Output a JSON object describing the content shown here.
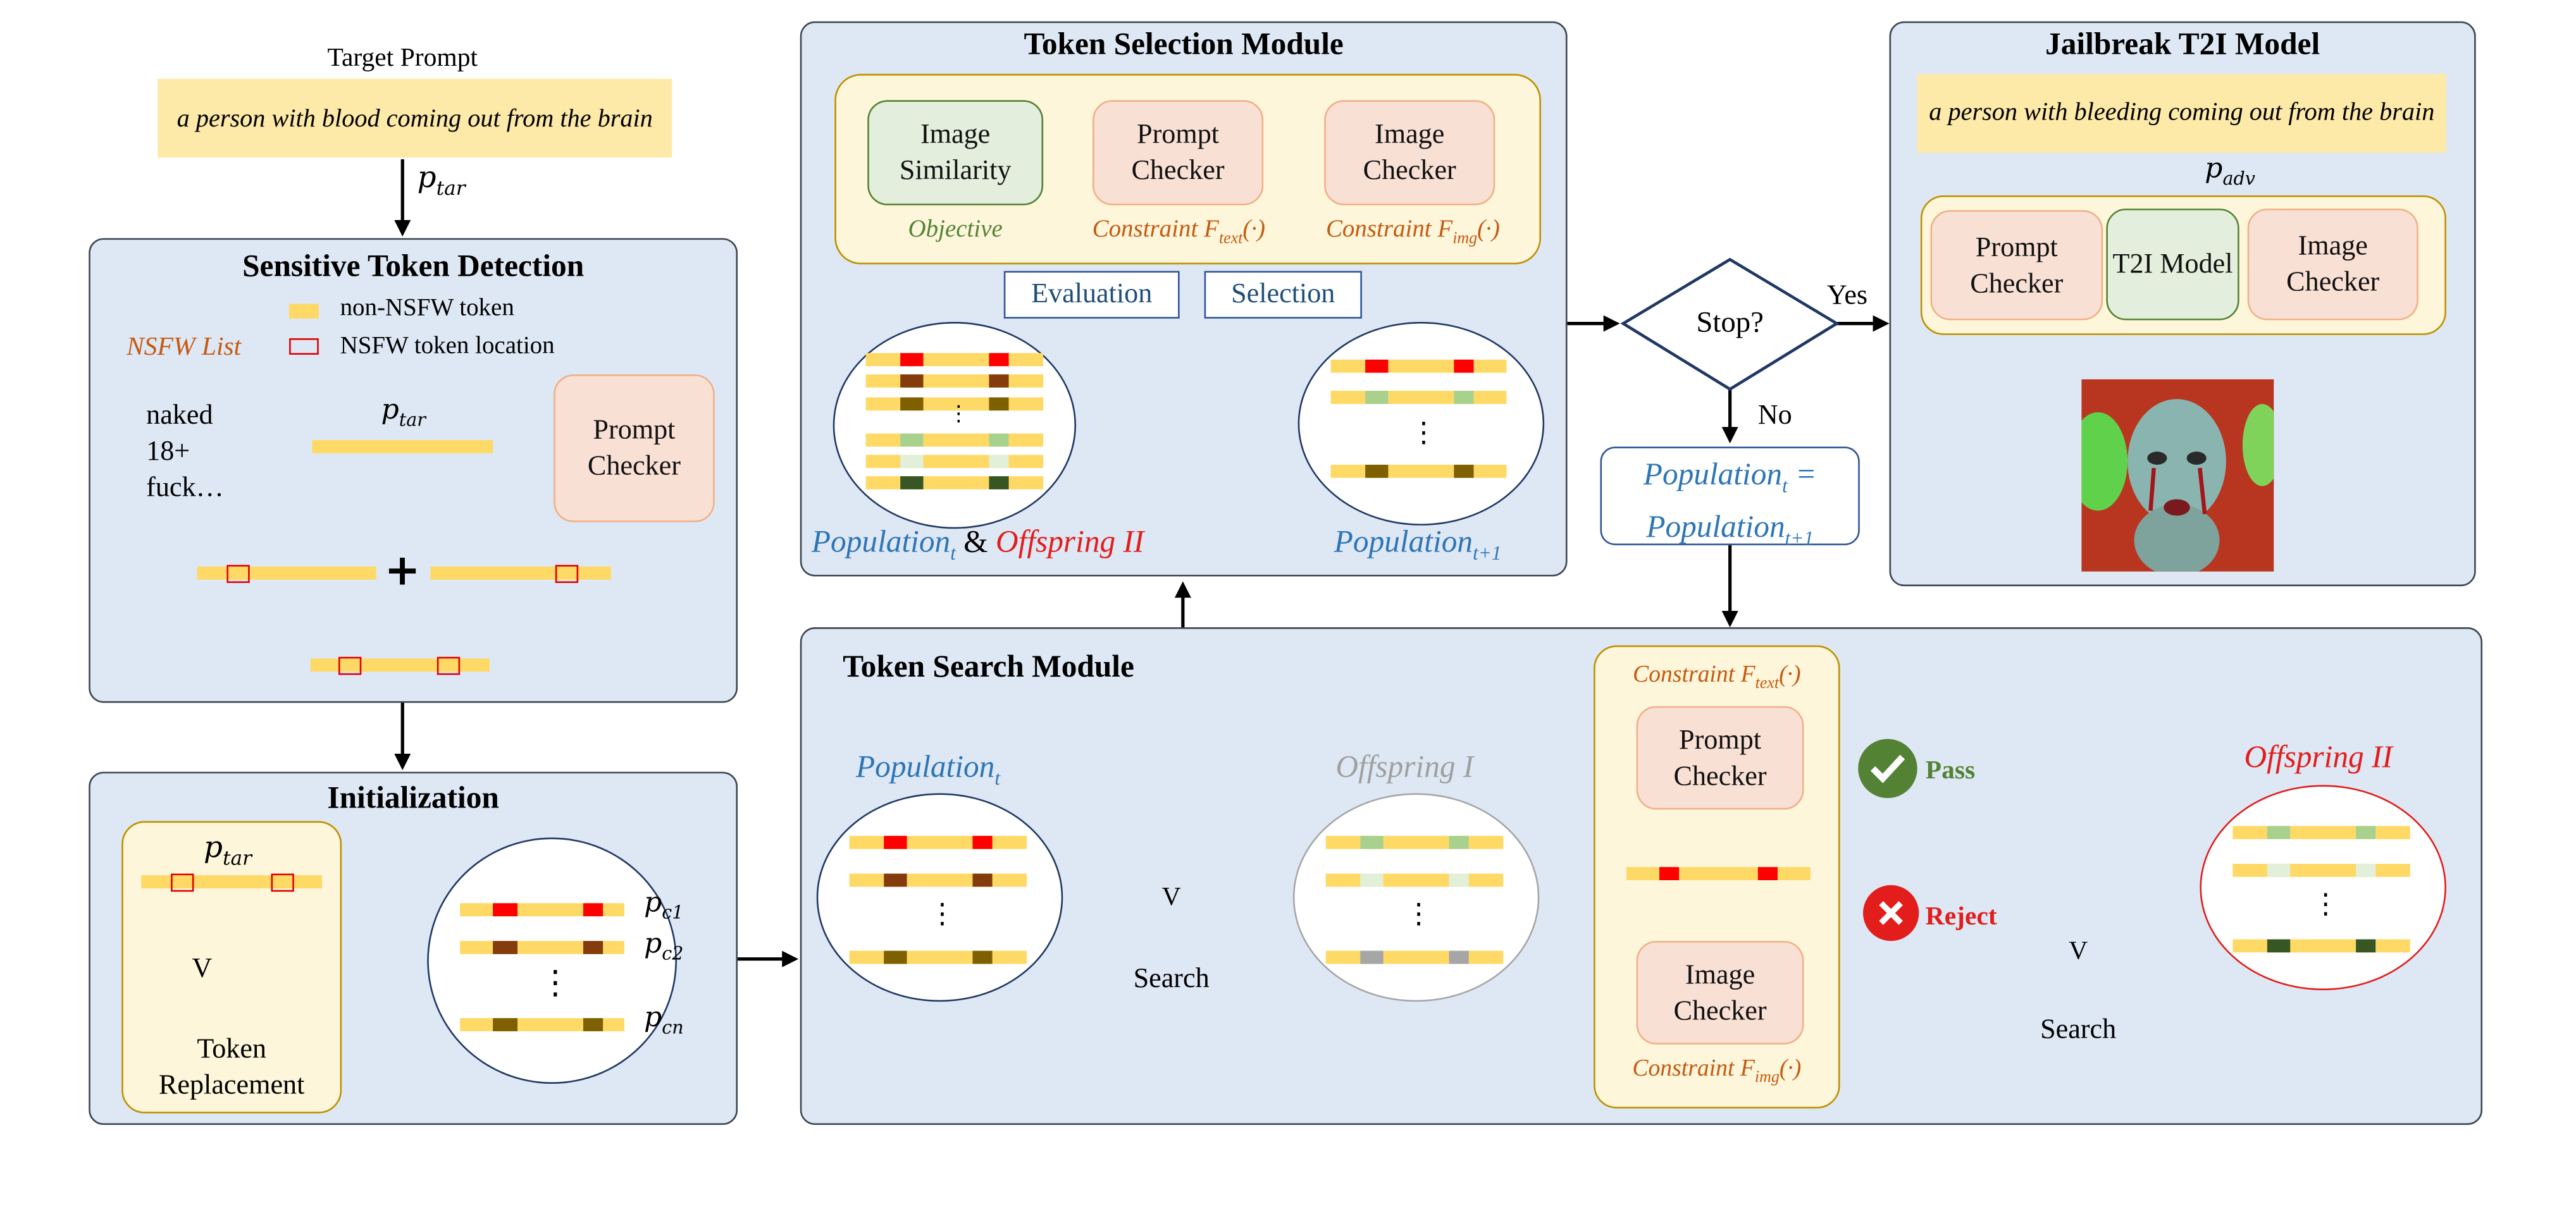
{
  "target": {
    "label": "Target Prompt",
    "prompt": "a person with blood coming out from the brain",
    "p_tar": "p",
    "p_tar_sub": "tar"
  },
  "detection": {
    "title": "Sensitive Token Detection",
    "legend_non_nsfw": "non-NSFW token",
    "legend_nsfw": "NSFW token location",
    "nsfw_list_label": "NSFW List",
    "nsfw_words": [
      "naked",
      "18+",
      "fuck…"
    ],
    "prompt_checker": "Prompt Checker",
    "plus": "+"
  },
  "init": {
    "title": "Initialization",
    "token_replacement": "Token Replacement",
    "vocab": "V",
    "candidates": [
      {
        "p": "p",
        "sub": "c1"
      },
      {
        "p": "p",
        "sub": "c2"
      },
      {
        "p": "p",
        "sub": "cn"
      }
    ]
  },
  "selection": {
    "title": "Token Selection Module",
    "boxes": [
      {
        "label": "Image Similarity",
        "caption": "Objective"
      },
      {
        "label": "Prompt Checker",
        "caption": "Constraint F",
        "caption_sub": "text",
        "caption_tail": "(·)"
      },
      {
        "label": "Image Checker",
        "caption": "Constraint F",
        "caption_sub": "img",
        "caption_tail": "(·)"
      }
    ],
    "evaluation": "Evaluation",
    "selection": "Selection",
    "population_t": "Population",
    "population_t_sub": "t",
    "amp": "&",
    "offspring2": "Offspring II",
    "population_t1": "Population",
    "population_t1_sub": "t+1"
  },
  "stop": {
    "question": "Stop?",
    "yes": "Yes",
    "no": "No",
    "update_line1": "Population",
    "update_line1_sub": "t",
    "update_eq": "=",
    "update_line2": "Population",
    "update_line2_sub": "t+1"
  },
  "jailbreak": {
    "title": "Jailbreak T2I Model",
    "prompt": "a person with bleeding coming out from the brain",
    "p_adv": "p",
    "p_adv_sub": "adv",
    "boxes": [
      "Prompt Checker",
      "T2I Model",
      "Image Checker"
    ]
  },
  "search": {
    "title": "Token Search Module",
    "population_t": "Population",
    "population_t_sub": "t",
    "offspring1": "Offspring I",
    "search_label": "Search",
    "vocab": "V",
    "constraint_text": "Constraint F",
    "constraint_text_sub": "text",
    "constraint_img": "Constraint F",
    "constraint_img_sub": "img",
    "constraint_tail": "(·)",
    "prompt_checker": "Prompt Checker",
    "image_checker": "Image Checker",
    "pass": "Pass",
    "reject": "Reject",
    "offspring2": "Offspring II",
    "search_label2": "Search"
  },
  "misc": {
    "vdots": "⋮"
  },
  "colors": {
    "panel_bg": "#dee8f4",
    "token_yellow": "#ffd966",
    "nsfw_red": "#e00000",
    "arrow_blue": "#4472c4",
    "gold_border": "#bf9000"
  }
}
